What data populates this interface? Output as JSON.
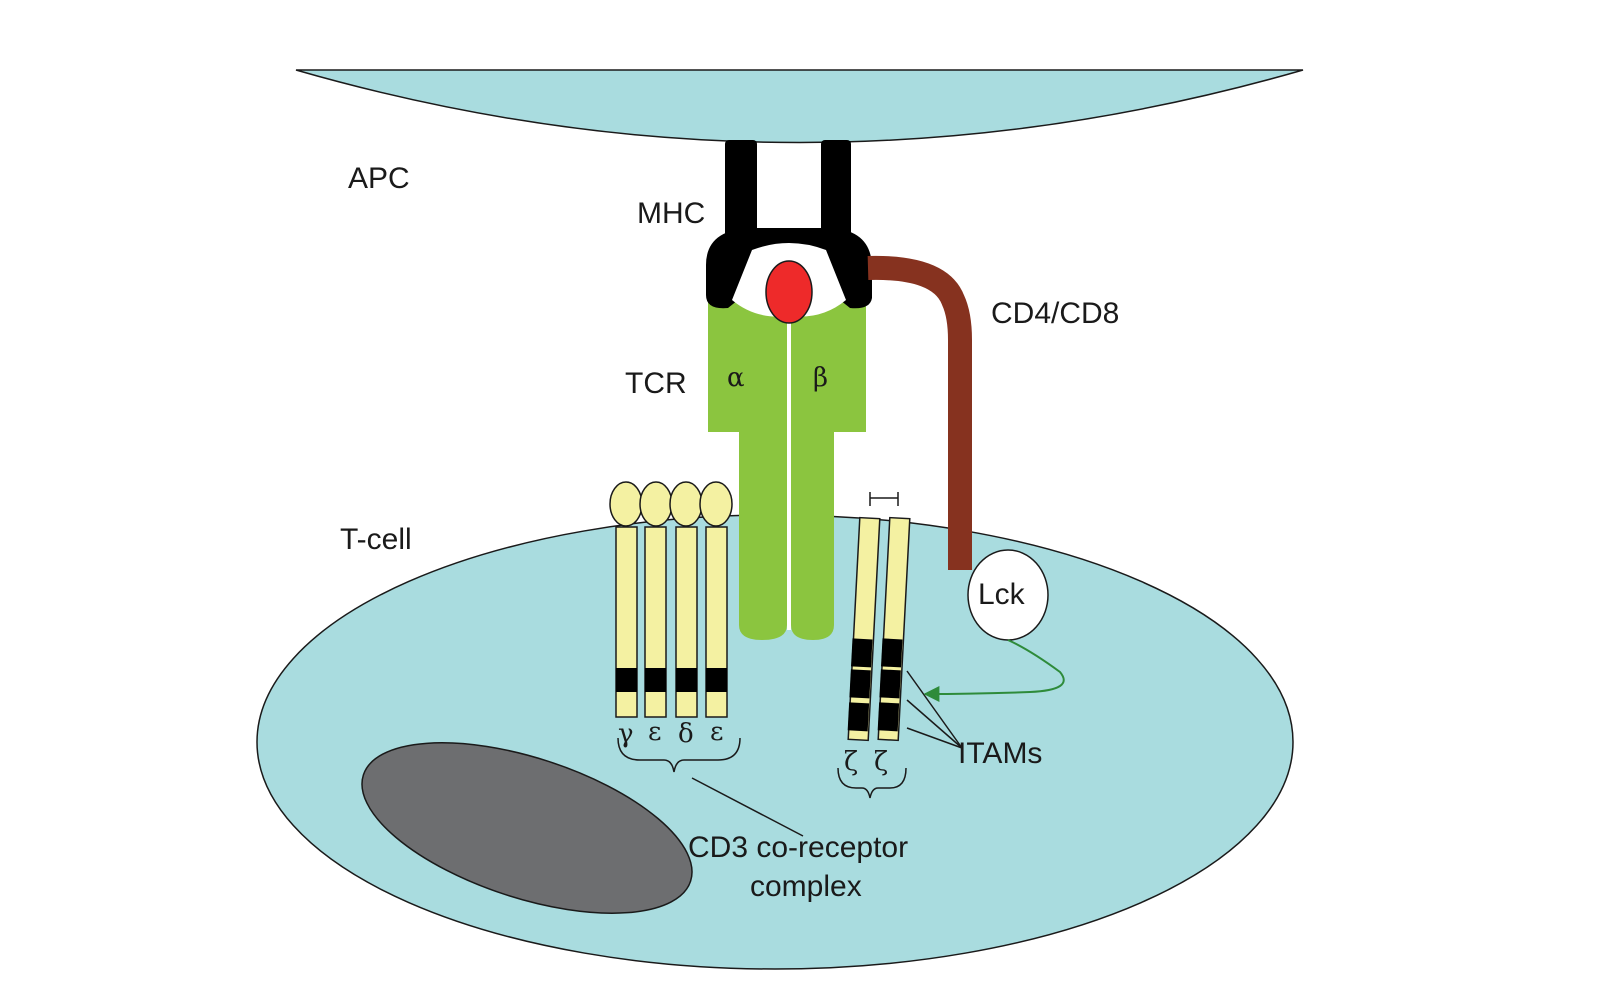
{
  "labels": {
    "apc": "APC",
    "mhc": "MHC",
    "cd4_cd8": "CD4/CD8",
    "tcr": "TCR",
    "alpha": "α",
    "beta": "β",
    "tcell": "T-cell",
    "lck": "Lck",
    "itams": "ITAMs",
    "cd3_line1": "CD3 co-receptor",
    "cd3_line2": "complex"
  },
  "cd3_chains": [
    "γ",
    "ε",
    "δ",
    "ε"
  ],
  "zeta_chains": [
    "ζ",
    "ζ"
  ],
  "colors": {
    "cell_fill": "#a9dcdf",
    "nucleus": "#6d6e70",
    "tcr_green": "#8bc53f",
    "mhc_black": "#000000",
    "peptide_red": "#ee2a2a",
    "cd4_brown": "#86321f",
    "chain_yellow": "#f4f1a2",
    "arrow_green": "#2e8b3a"
  }
}
